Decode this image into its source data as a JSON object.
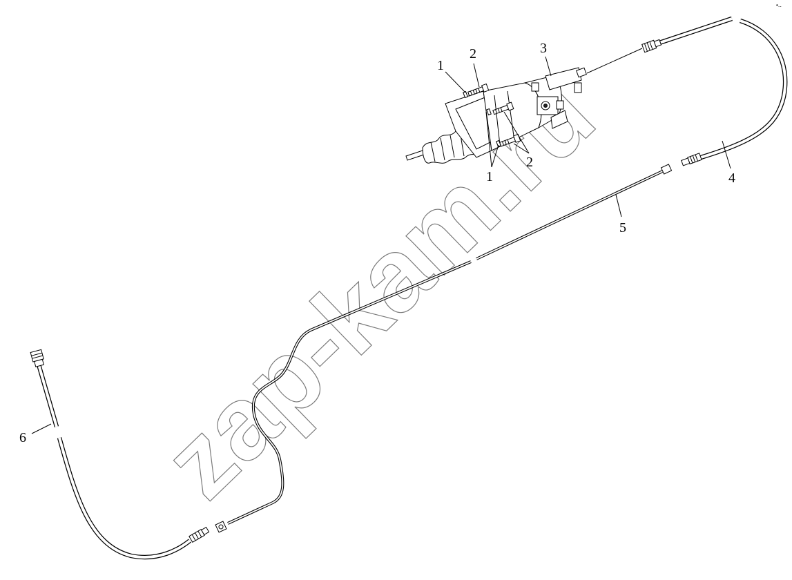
{
  "watermark": "zap-kam.ru",
  "callouts": {
    "c1_top": "1",
    "c2_top": "2",
    "c3": "3",
    "c1_bottom": "1",
    "c2_bottom": "2",
    "c4": "4",
    "c5": "5",
    "c6": "6"
  },
  "corner_mark": "•‥"
}
